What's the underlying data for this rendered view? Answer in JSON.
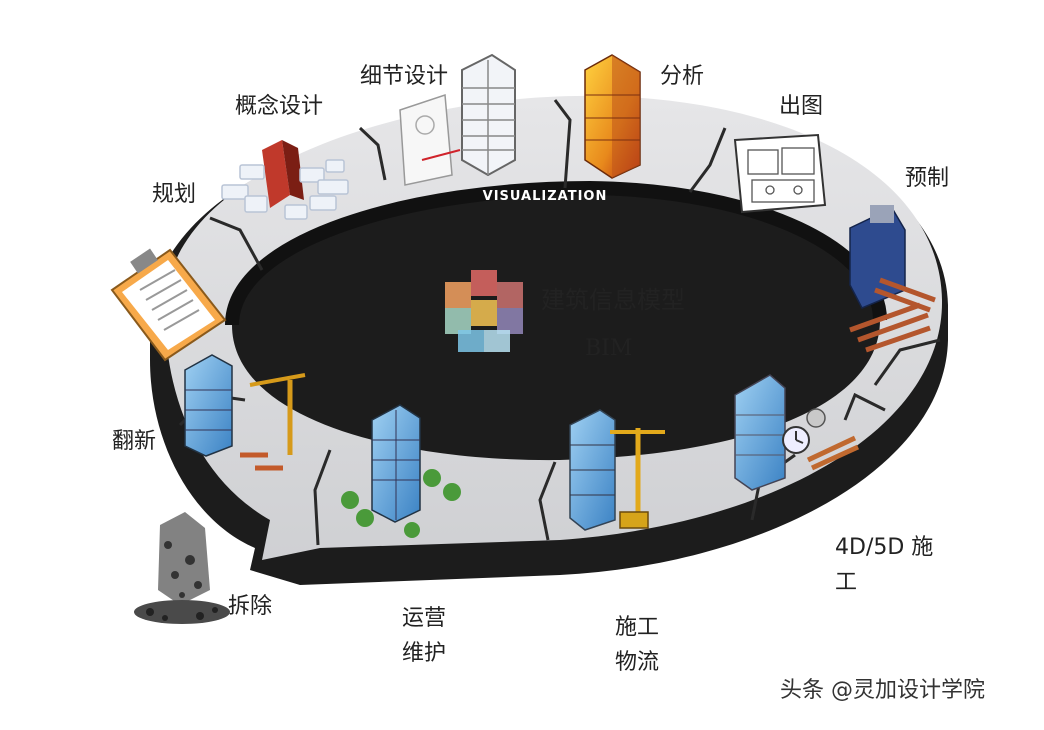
{
  "center": {
    "title": "建筑信息模型",
    "subtitle": "BIM",
    "ring_caption": "VISUALIZATION"
  },
  "stages": [
    {
      "id": "planning",
      "label": "规划"
    },
    {
      "id": "concept",
      "label": "概念设计"
    },
    {
      "id": "detail",
      "label": "细节设计"
    },
    {
      "id": "analysis",
      "label": "分析"
    },
    {
      "id": "drawing",
      "label": "出图"
    },
    {
      "id": "prefab",
      "label": "预制"
    },
    {
      "id": "construction",
      "label_line1": "4D/5D  施",
      "label_line2": "工"
    },
    {
      "id": "logistics",
      "label_line1": "施工",
      "label_line2": "物流"
    },
    {
      "id": "operation",
      "label_line1": "运营",
      "label_line2": "维护"
    },
    {
      "id": "demolition",
      "label": "拆除"
    },
    {
      "id": "renovation",
      "label": "翻新"
    }
  ],
  "watermark": "头条 @灵加设计学院",
  "colors": {
    "ring_top": "#dcdcde",
    "ring_side": "#1a1a1a",
    "separator": "#2a2a2a"
  }
}
